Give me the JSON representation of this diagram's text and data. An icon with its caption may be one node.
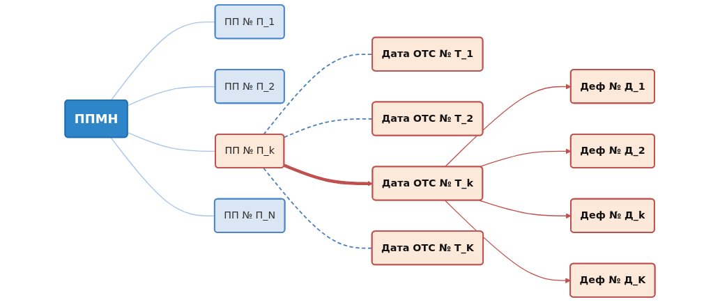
{
  "diagram": {
    "nodes": [
      {
        "text": [
          "ППМН"
        ]
      },
      {
        "text": [
          "ПП № П_1"
        ]
      },
      {
        "text": [
          "ПП № П_2"
        ]
      },
      {
        "text": [
          "ПП № П_k"
        ]
      },
      {
        "text": [
          "ПП № П_N"
        ]
      },
      {
        "text": [
          "Дата ОТС № Т_1"
        ]
      },
      {
        "text": [
          "Дата ОТС № Т_2"
        ]
      },
      {
        "text": [
          "Дата ОТС № Т_k"
        ]
      },
      {
        "text": [
          "Дата ОТС № Т_K"
        ]
      },
      {
        "text": [
          "Деф № Д_1"
        ]
      },
      {
        "text": [
          "Деф № Д_2"
        ]
      },
      {
        "text": [
          "Деф № Д_k"
        ]
      },
      {
        "text": [
          "Деф № Д_K"
        ]
      }
    ],
    "edges": [
      {
        "from": 0,
        "to": 1,
        "arrow": "none",
        "color": "#a9c4eb"
      },
      {
        "from": 0,
        "to": 2,
        "arrow": "none",
        "color": "#a9c4eb"
      },
      {
        "from": 0,
        "to": 3,
        "arrow": "none",
        "color": "#a9c4eb"
      },
      {
        "from": 0,
        "to": 4,
        "arrow": "none",
        "color": "#a9c4eb"
      },
      {
        "from": 3,
        "to": 5,
        "arrow": "none",
        "style": "dashed",
        "color": "#4a7ebb"
      },
      {
        "from": 3,
        "to": 6,
        "arrow": "none",
        "style": "dashed",
        "color": "#4a7ebb"
      },
      {
        "from": 3,
        "to": 7,
        "arrow": "to",
        "style": "thick",
        "color": "#c0504d"
      },
      {
        "from": 3,
        "to": 8,
        "arrow": "none",
        "style": "dashed",
        "color": "#4a7ebb"
      },
      {
        "from": 7,
        "to": 9,
        "arrow": "to",
        "color": "#c0504d"
      },
      {
        "from": 7,
        "to": 10,
        "arrow": "to",
        "color": "#c0504d"
      },
      {
        "from": 7,
        "to": 11,
        "arrow": "to",
        "color": "#c0504d"
      },
      {
        "from": 7,
        "to": 12,
        "arrow": "to",
        "color": "#c0504d"
      }
    ]
  }
}
